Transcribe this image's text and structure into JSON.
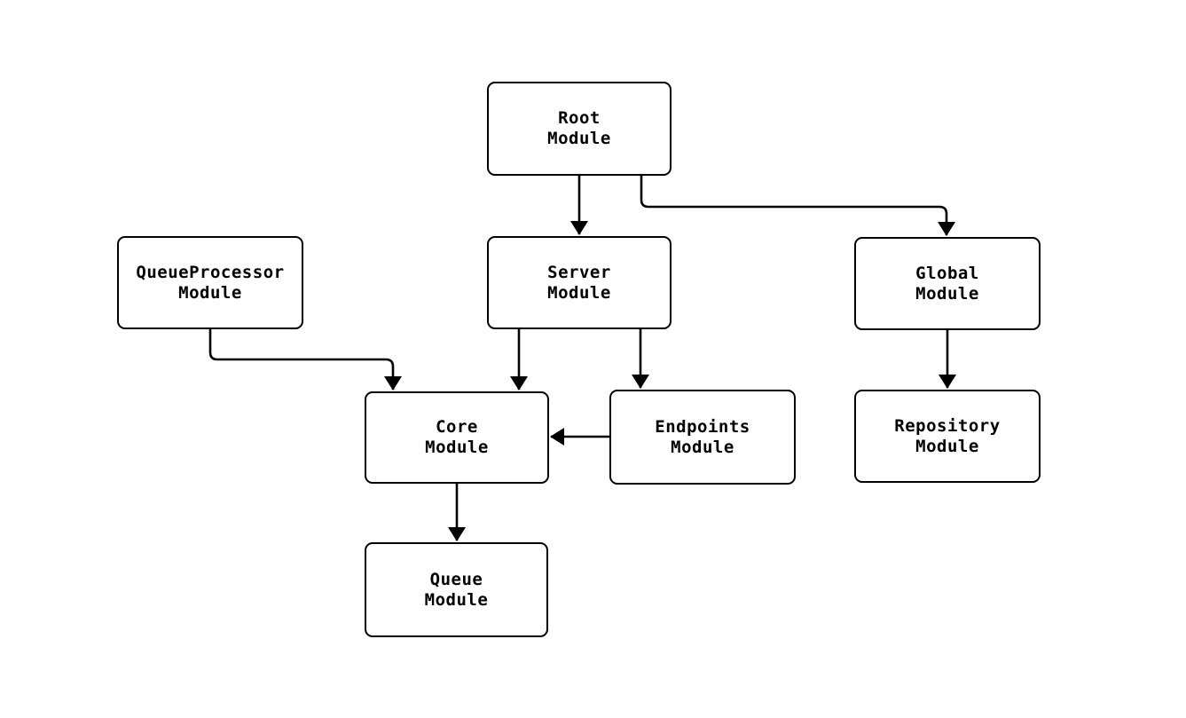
{
  "diagram": {
    "type": "module-dependency-flowchart",
    "background_color": "#ffffff",
    "stroke_color": "#000000",
    "text_color": "#000000",
    "nodes": [
      {
        "id": "root",
        "label": "Root\nModule"
      },
      {
        "id": "queueprocessor",
        "label": "QueueProcessor\nModule"
      },
      {
        "id": "server",
        "label": "Server\nModule"
      },
      {
        "id": "global",
        "label": "Global\nModule"
      },
      {
        "id": "core",
        "label": "Core\nModule"
      },
      {
        "id": "endpoints",
        "label": "Endpoints\nModule"
      },
      {
        "id": "repository",
        "label": "Repository\nModule"
      },
      {
        "id": "queue",
        "label": "Queue\nModule"
      }
    ],
    "edges": [
      {
        "from": "root",
        "to": "server"
      },
      {
        "from": "root",
        "to": "global"
      },
      {
        "from": "queueprocessor",
        "to": "core"
      },
      {
        "from": "server",
        "to": "core"
      },
      {
        "from": "server",
        "to": "endpoints"
      },
      {
        "from": "endpoints",
        "to": "core"
      },
      {
        "from": "global",
        "to": "repository"
      },
      {
        "from": "core",
        "to": "queue"
      }
    ]
  }
}
